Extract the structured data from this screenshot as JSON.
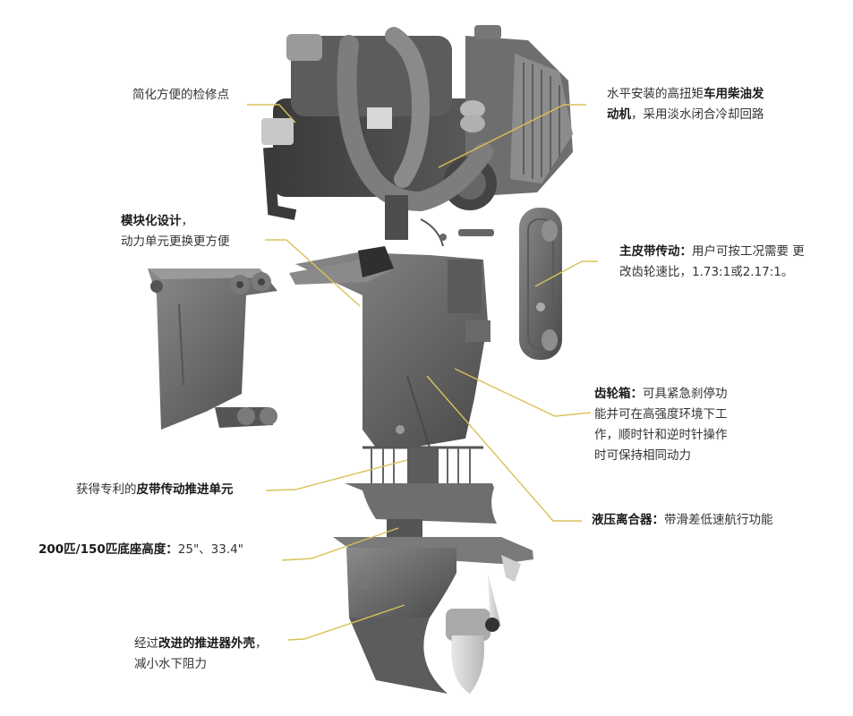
{
  "diagram": {
    "subject": "舷外机动力总成分解图",
    "leader_color": "#d8c25a",
    "part_color": "#6e6e6e",
    "callouts": [
      {
        "id": "service",
        "lines": [
          [
            {
              "t": "简化方便的检修点",
              "b": false
            }
          ]
        ]
      },
      {
        "id": "engine",
        "lines": [
          [
            {
              "t": "水平安装的高扭矩",
              "b": false
            },
            {
              "t": "车用柴油发",
              "b": true
            }
          ],
          [
            {
              "t": "动机",
              "b": true
            },
            {
              "t": "，采用淡水闭合冷却回路",
              "b": false
            }
          ]
        ]
      },
      {
        "id": "modular",
        "lines": [
          [
            {
              "t": "模块化设计",
              "b": true
            },
            {
              "t": "，",
              "b": false
            }
          ],
          [
            {
              "t": "动力单元更换更方便",
              "b": false
            }
          ]
        ]
      },
      {
        "id": "belt",
        "lines": [
          [
            {
              "t": "主皮带传动：",
              "b": true
            },
            {
              "t": "用户可按工况需要  更",
              "b": false
            }
          ],
          [
            {
              "t": "改齿轮速比，1.73:1或2.17:1。",
              "b": false
            }
          ]
        ]
      },
      {
        "id": "gearbox",
        "lines": [
          [
            {
              "t": "齿轮箱：",
              "b": true
            },
            {
              "t": "可具紧急刹停功",
              "b": false
            }
          ],
          [
            {
              "t": "能并可在高强度环境下工",
              "b": false
            }
          ],
          [
            {
              "t": "作，顺时针和逆时针操作",
              "b": false
            }
          ],
          [
            {
              "t": "时可保持相同动力",
              "b": false
            }
          ]
        ]
      },
      {
        "id": "propulsion",
        "lines": [
          [
            {
              "t": "获得专利的",
              "b": false
            },
            {
              "t": "皮带传动推进单元",
              "b": true
            }
          ]
        ]
      },
      {
        "id": "clutch",
        "lines": [
          [
            {
              "t": "液压离合器：",
              "b": true
            },
            {
              "t": "带滑差低速航行功能",
              "b": false
            }
          ]
        ]
      },
      {
        "id": "height",
        "lines": [
          [
            {
              "t": "200匹/150匹底座高度：",
              "b": true
            },
            {
              "t": "25\"、33.4\"",
              "b": false
            }
          ]
        ]
      },
      {
        "id": "housing",
        "lines": [
          [
            {
              "t": "经过",
              "b": false
            },
            {
              "t": "改进的推进器外壳",
              "b": true
            },
            {
              "t": "，",
              "b": false
            }
          ],
          [
            {
              "t": "减小水下阻力",
              "b": false
            }
          ]
        ]
      }
    ]
  }
}
